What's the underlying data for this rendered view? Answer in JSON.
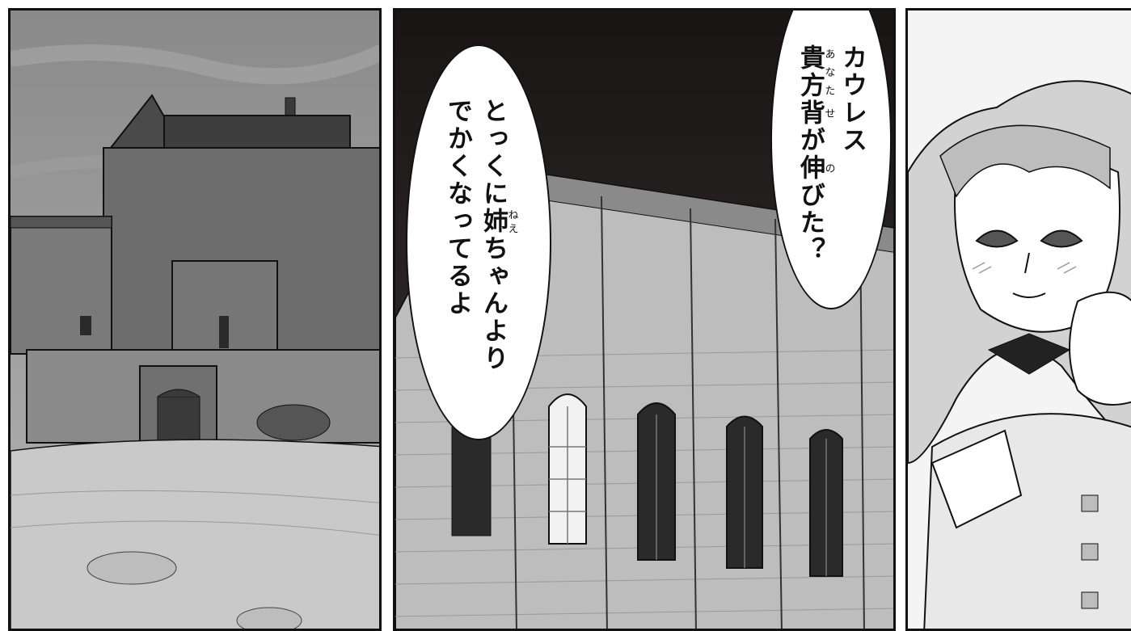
{
  "balloon_a": {
    "line1": "カウレス",
    "line2": {
      "pre": "",
      "ruby_base": "貴方",
      "ruby_text": "あなた",
      "mid": "",
      "ruby2_base": "背",
      "ruby2_text": "せ",
      "post": "が"
    },
    "line2_rest": {
      "pre": "伸",
      "ruby_text": "の",
      "post": "びた？"
    }
  },
  "balloon_b": {
    "line1": {
      "pre": "とっくに",
      "ruby_base": "姉",
      "ruby_text": "ねえ",
      "post": "ちゃんより"
    },
    "line2": "でかくなってるよ"
  },
  "colors": {
    "ink": "#111111",
    "sky_left": "#9a9a9a",
    "wall_mid": "#c8c8c8",
    "night": "#1e1a1a"
  }
}
